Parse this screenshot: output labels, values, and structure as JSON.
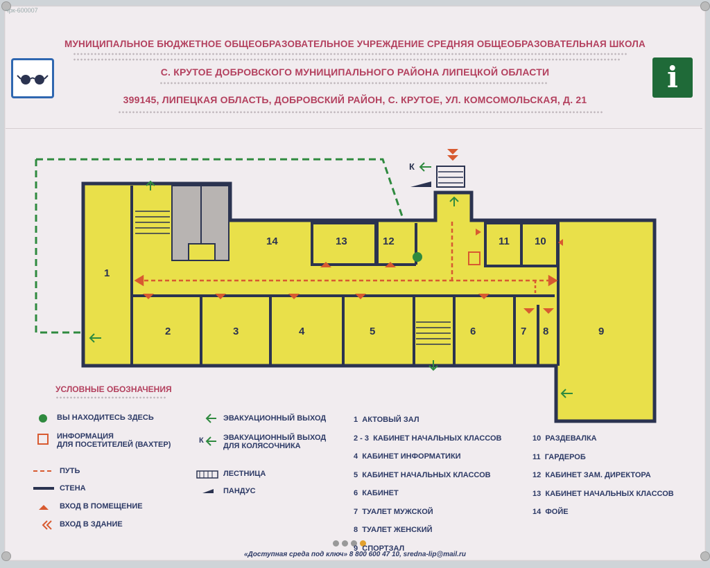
{
  "corner_code": "чрк-600007",
  "header": {
    "line1": "МУНИЦИПАЛЬНОЕ БЮДЖЕТНОЕ ОБЩЕОБРАЗОВАТЕЛЬНОЕ УЧРЕЖДЕНИЕ СРЕДНЯЯ ОБЩЕОБРАЗОВАТЕЛЬНАЯ ШКОЛА",
    "line2": "С. КРУТОЕ ДОБРОВСКОГО МУНИЦИПАЛЬНОГО РАЙОНА ЛИПЕЦКОЙ ОБЛАСТИ",
    "line3": "399145, ЛИПЕЦКАЯ ОБЛАСТЬ, ДОБРОВСКИЙ РАЙОН, С. КРУТОЕ, УЛ. КОМСОМОЛЬСКАЯ, Д. 21"
  },
  "icons": {
    "low_vision": "glasses-icon",
    "info": "information-icon",
    "info_glyph": "i"
  },
  "colors": {
    "room_fill": "#e9e04a",
    "wall": "#2b3350",
    "path": "#d85a30",
    "accent": "#b3405e",
    "green": "#1f6a38"
  },
  "plan": {
    "rooms": {
      "r1": "1",
      "r2": "2",
      "r3": "3",
      "r4": "4",
      "r5": "5",
      "r6": "6",
      "r7": "7",
      "r8": "8",
      "r9": "9",
      "r10": "10",
      "r11": "11",
      "r12": "12",
      "r13": "13",
      "r14": "14"
    },
    "wheelchair_exit_label": "К"
  },
  "legend": {
    "title": "УСЛОВНЫЕ ОБОЗНАЧЕНИЯ",
    "you_are_here": "ВЫ НАХОДИТЕСЬ ЗДЕСЬ",
    "info_line1": "ИНФОРМАЦИЯ",
    "info_line2": "ДЛЯ ПОСЕТИТЕЛЕЙ (ВАХТЕР)",
    "path": "ПУТЬ",
    "wall": "СТЕНА",
    "room_entry": "ВХОД В ПОМЕЩЕНИЕ",
    "building_entry": "ВХОД В ЗДАНИЕ",
    "evac_exit": "ЭВАКУАЦИОННЫЙ ВЫХОД",
    "wc_exit_line1": "ЭВАКУАЦИОННЫЙ ВЫХОД",
    "wc_exit_line2": "ДЛЯ КОЛЯСОЧНИКА",
    "wc_letter": "К",
    "stairs": "ЛЕСТНИЦА",
    "ramp": "ПАНДУС",
    "rooms_list": [
      {
        "num": "1",
        "name": "АКТОВЫЙ ЗАЛ"
      },
      {
        "num": "2 - 3",
        "name": "КАБИНЕТ НАЧАЛЬНЫХ КЛАССОВ"
      },
      {
        "num": "4",
        "name": "КАБИНЕТ ИНФОРМАТИКИ"
      },
      {
        "num": "5",
        "name": "КАБИНЕТ НАЧАЛЬНЫХ КЛАССОВ"
      },
      {
        "num": "6",
        "name": "КАБИНЕТ"
      },
      {
        "num": "7",
        "name": "ТУАЛЕТ МУЖСКОЙ"
      },
      {
        "num": "8",
        "name": "ТУАЛЕТ ЖЕНСКИЙ"
      },
      {
        "num": "9",
        "name": "СПОРТЗАЛ"
      },
      {
        "num": "10",
        "name": "РАЗДЕВАЛКА"
      },
      {
        "num": "11",
        "name": "ГАРДЕРОБ"
      },
      {
        "num": "12",
        "name": "КАБИНЕТ ЗАМ. ДИРЕКТОРА"
      },
      {
        "num": "13",
        "name": "КАБИНЕТ НАЧАЛЬНЫХ КЛАССОВ"
      },
      {
        "num": "14",
        "name": "ФОЙЕ"
      }
    ]
  },
  "footer": "«Доступная среда под ключ» 8 800 600 47 10, sredna-lip@mail.ru"
}
